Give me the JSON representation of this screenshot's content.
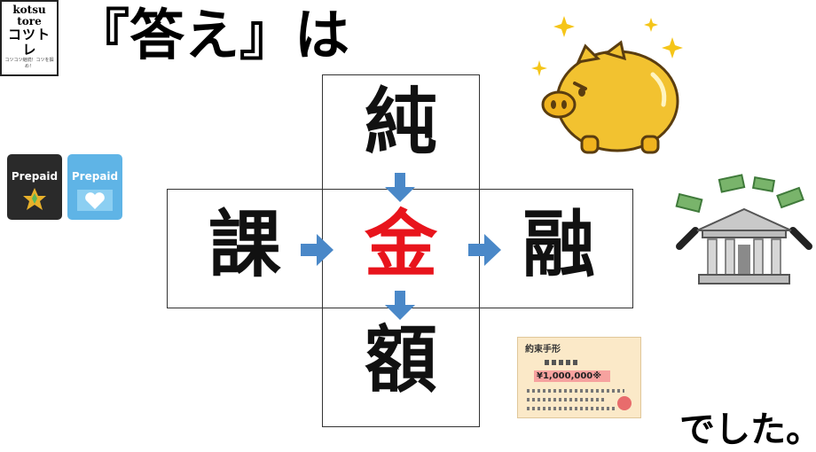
{
  "logo": {
    "line1": "kotsu",
    "line2": "tore",
    "line3": "コツト",
    "line4": "レ",
    "line5": "コツコツ継続！コツを掴め！"
  },
  "title": "『答え』は",
  "puzzle": {
    "top": "純",
    "left": "課",
    "center": "金",
    "right": "融",
    "bottom": "額"
  },
  "cards": [
    {
      "label": "Prepaid",
      "color": "#2a2a2a"
    },
    {
      "label": "Prepaid",
      "color": "#5fb4e6"
    }
  ],
  "note": {
    "title": "約束手形",
    "amount": "¥1,000,000※"
  },
  "ending": "でした。",
  "colors": {
    "accent_red": "#e8141c",
    "arrow_blue": "#4a88c8",
    "gold": "#f2c230",
    "note_bg": "#fbe9c8"
  },
  "icons": [
    "piggy-bank-icon",
    "bank-building-icon",
    "money-bill-icon",
    "promissory-note-icon",
    "prepaid-card-icon"
  ]
}
